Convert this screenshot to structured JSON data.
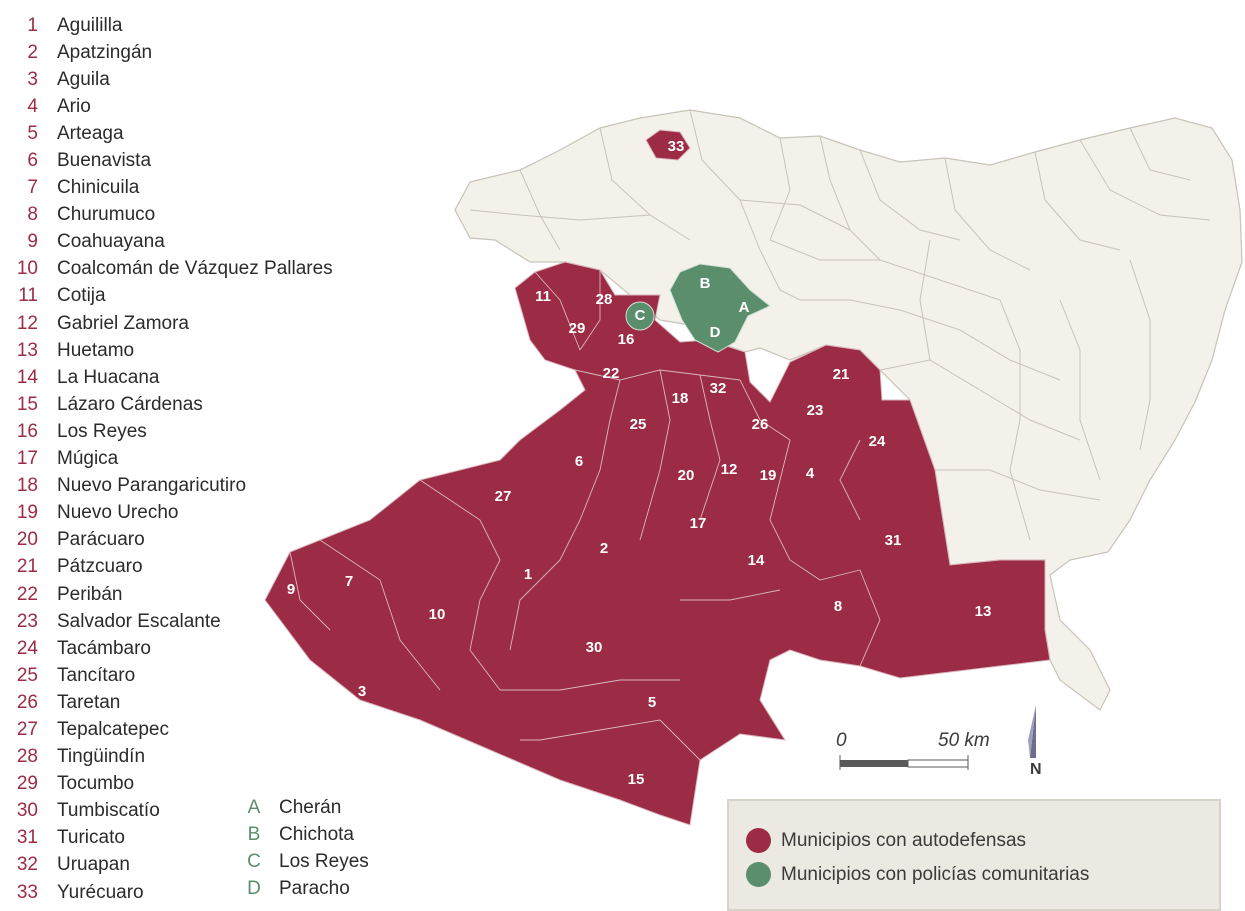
{
  "colors": {
    "autodefensas": "#9c2b45",
    "policias": "#5b8e6c",
    "others": "#f4f1ea",
    "border": "#c8c3b8",
    "legend_bg": "#ece9e2"
  },
  "municipios": [
    {
      "num": "1",
      "name": "Aguililla"
    },
    {
      "num": "2",
      "name": "Apatzingán"
    },
    {
      "num": "3",
      "name": "Aguila"
    },
    {
      "num": "4",
      "name": "Ario"
    },
    {
      "num": "5",
      "name": "Arteaga"
    },
    {
      "num": "6",
      "name": "Buenavista"
    },
    {
      "num": "7",
      "name": "Chinicuila"
    },
    {
      "num": "8",
      "name": "Churumuco"
    },
    {
      "num": "9",
      "name": "Coahuayana"
    },
    {
      "num": "10",
      "name": "Coalcomán de Vázquez Pallares"
    },
    {
      "num": "11",
      "name": "Cotija"
    },
    {
      "num": "12",
      "name": "Gabriel Zamora"
    },
    {
      "num": "13",
      "name": "Huetamo"
    },
    {
      "num": "14",
      "name": "La Huacana"
    },
    {
      "num": "15",
      "name": "Lázaro Cárdenas"
    },
    {
      "num": "16",
      "name": "Los Reyes"
    },
    {
      "num": "17",
      "name": "Múgica"
    },
    {
      "num": "18",
      "name": "Nuevo Parangaricutiro"
    },
    {
      "num": "19",
      "name": "Nuevo Urecho"
    },
    {
      "num": "20",
      "name": "Parácuaro"
    },
    {
      "num": "21",
      "name": "Pátzcuaro"
    },
    {
      "num": "22",
      "name": "Peribán"
    },
    {
      "num": "23",
      "name": "Salvador Escalante"
    },
    {
      "num": "24",
      "name": "Tacámbaro"
    },
    {
      "num": "25",
      "name": "Tancítaro"
    },
    {
      "num": "26",
      "name": "Taretan"
    },
    {
      "num": "27",
      "name": "Tepalcatepec"
    },
    {
      "num": "28",
      "name": "Tingüindín"
    },
    {
      "num": "29",
      "name": "Tocumbo"
    },
    {
      "num": "30",
      "name": "Tumbiscatío"
    },
    {
      "num": "31",
      "name": "Turicato"
    },
    {
      "num": "32",
      "name": "Uruapan"
    },
    {
      "num": "33",
      "name": "Yurécuaro"
    }
  ],
  "comunitarias": [
    {
      "letter": "A",
      "name": "Cherán"
    },
    {
      "letter": "B",
      "name": "Chichota"
    },
    {
      "letter": "C",
      "name": "Los Reyes"
    },
    {
      "letter": "D",
      "name": "Paracho"
    }
  ],
  "legend": {
    "autodefensas": "Municipios con autodefensas",
    "policias": "Municipios con policías comunitarias"
  },
  "scale": {
    "start": "0",
    "end": "50 km"
  },
  "north": "N",
  "map_labels": {
    "red": [
      "33",
      "11",
      "28",
      "29",
      "16",
      "22",
      "32",
      "18",
      "21",
      "25",
      "23",
      "26",
      "24",
      "6",
      "20",
      "12",
      "19",
      "4",
      "27",
      "17",
      "31",
      "2",
      "14",
      "1",
      "7",
      "9",
      "10",
      "8",
      "13",
      "30",
      "3",
      "5",
      "15"
    ],
    "green": [
      "B",
      "A",
      "C",
      "D"
    ]
  }
}
